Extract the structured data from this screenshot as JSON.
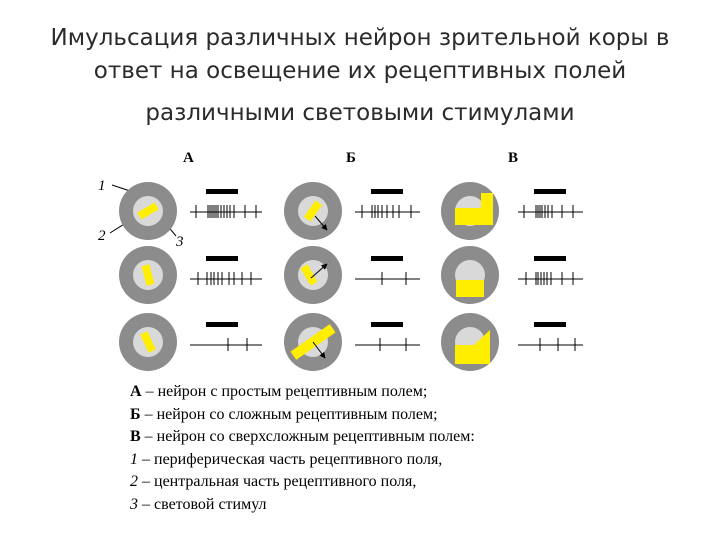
{
  "title": {
    "line1": "Имульсация различных нейрон зрительной коры в",
    "line2": "ответ на освещение их рецептивных полей",
    "line3": "различными световыми стимулами"
  },
  "figure": {
    "column_labels": [
      "А",
      "Б",
      "В"
    ],
    "marker_labels": [
      "1",
      "2",
      "3"
    ]
  },
  "legend": [
    {
      "key": "А",
      "style": "bold",
      "text": " – нейрон с простым рецептивным полем;"
    },
    {
      "key": "Б",
      "style": "bold",
      "text": " – нейрон со сложным рецептивным полем;"
    },
    {
      "key": "В",
      "style": "bold",
      "text": " – нейрон со сверхсложным рецептивным полем:"
    },
    {
      "key": "1",
      "style": "italic",
      "text": " – периферическая часть рецептивного поля,"
    },
    {
      "key": "2",
      "style": "italic",
      "text": " – центральная часть рецептивного поля,"
    },
    {
      "key": "3",
      "style": "italic",
      "text": " – световой стимул"
    }
  ],
  "colors": {
    "field_outer": "#8c8c8c",
    "field_center": "#d9d9d9",
    "stimulus": "#ffee00",
    "title_text": "#2b2b2b"
  }
}
